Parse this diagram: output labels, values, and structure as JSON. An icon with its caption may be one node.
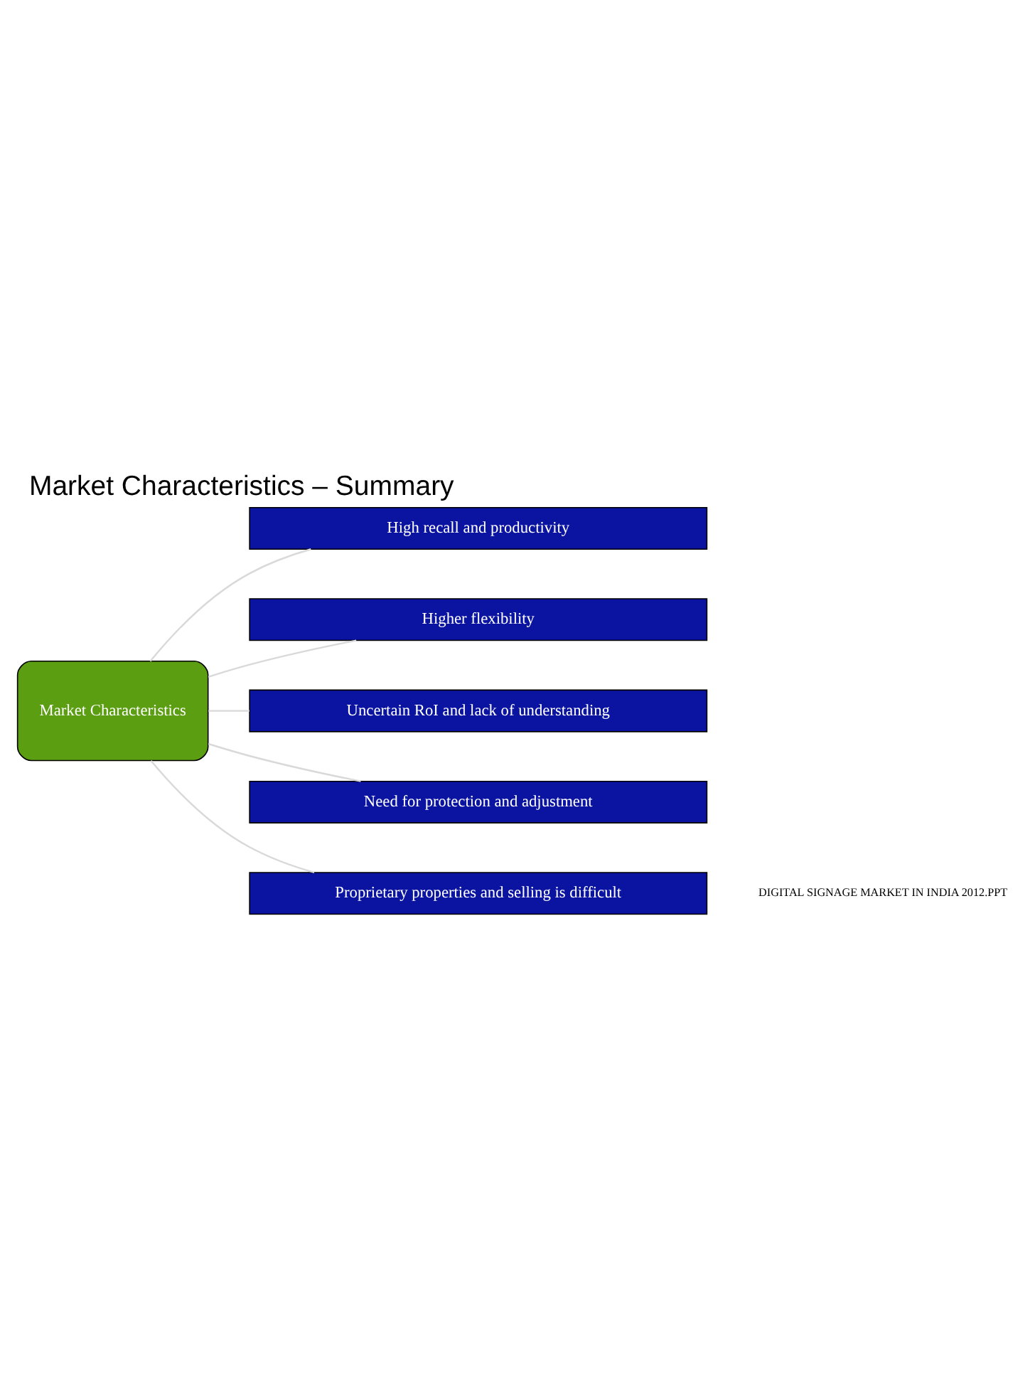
{
  "diagram": {
    "title": "Market Characteristics – Summary",
    "nodes": [
      {
        "text": [
          "Market Characteristics"
        ]
      },
      {
        "text": [
          "High recall and productivity"
        ]
      },
      {
        "text": [
          "Higher flexibility"
        ]
      },
      {
        "text": [
          "Uncertain RoI and lack of understanding"
        ]
      },
      {
        "text": [
          "Need for protection and adjustment"
        ]
      },
      {
        "text": [
          "Proprietary properties and selling is difficult"
        ]
      }
    ],
    "edges": [
      {
        "from": 0,
        "to": 1,
        "arrow": "none",
        "color": "#d9d9d9"
      },
      {
        "from": 0,
        "to": 2,
        "arrow": "none",
        "color": "#d9d9d9"
      },
      {
        "from": 0,
        "to": 3,
        "arrow": "none",
        "color": "#d9d9d9"
      },
      {
        "from": 0,
        "to": 4,
        "arrow": "none",
        "color": "#d9d9d9"
      },
      {
        "from": 0,
        "to": 5,
        "arrow": "none",
        "color": "#d9d9d9"
      }
    ],
    "labels": [
      "DIGITAL SIGNAGE MARKET IN INDIA 2012.PPT"
    ]
  }
}
